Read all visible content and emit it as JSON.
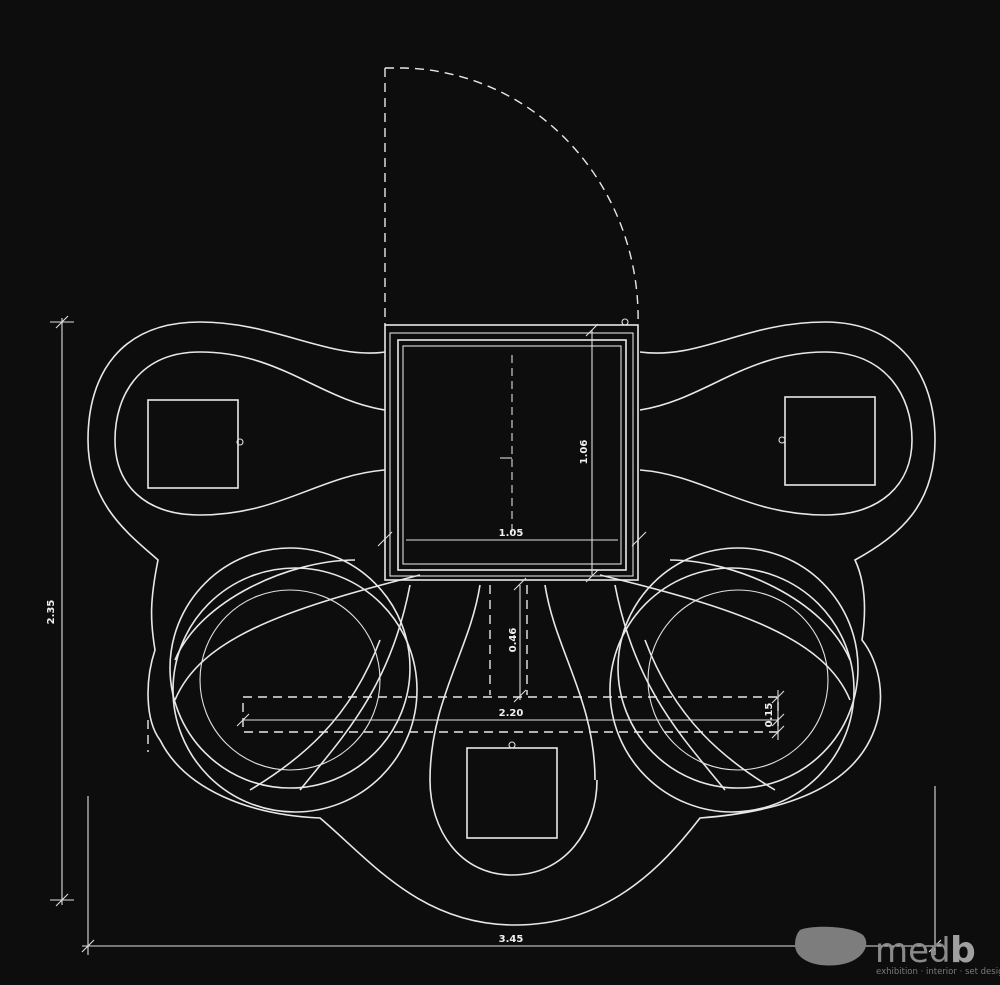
{
  "dimensions": {
    "total_width": "3.45",
    "total_height": "2.35",
    "box_width": "1.05",
    "box_height": "1.06",
    "stem_length": "0.46",
    "bar_length": "2.20",
    "bar_depth": "0.15"
  },
  "branding": {
    "logo_main": "med",
    "logo_bold": "b",
    "tagline": "exhibition · interior · set design"
  },
  "colors": {
    "background": "#0d0d0d",
    "lines": "#e8e8e8"
  }
}
